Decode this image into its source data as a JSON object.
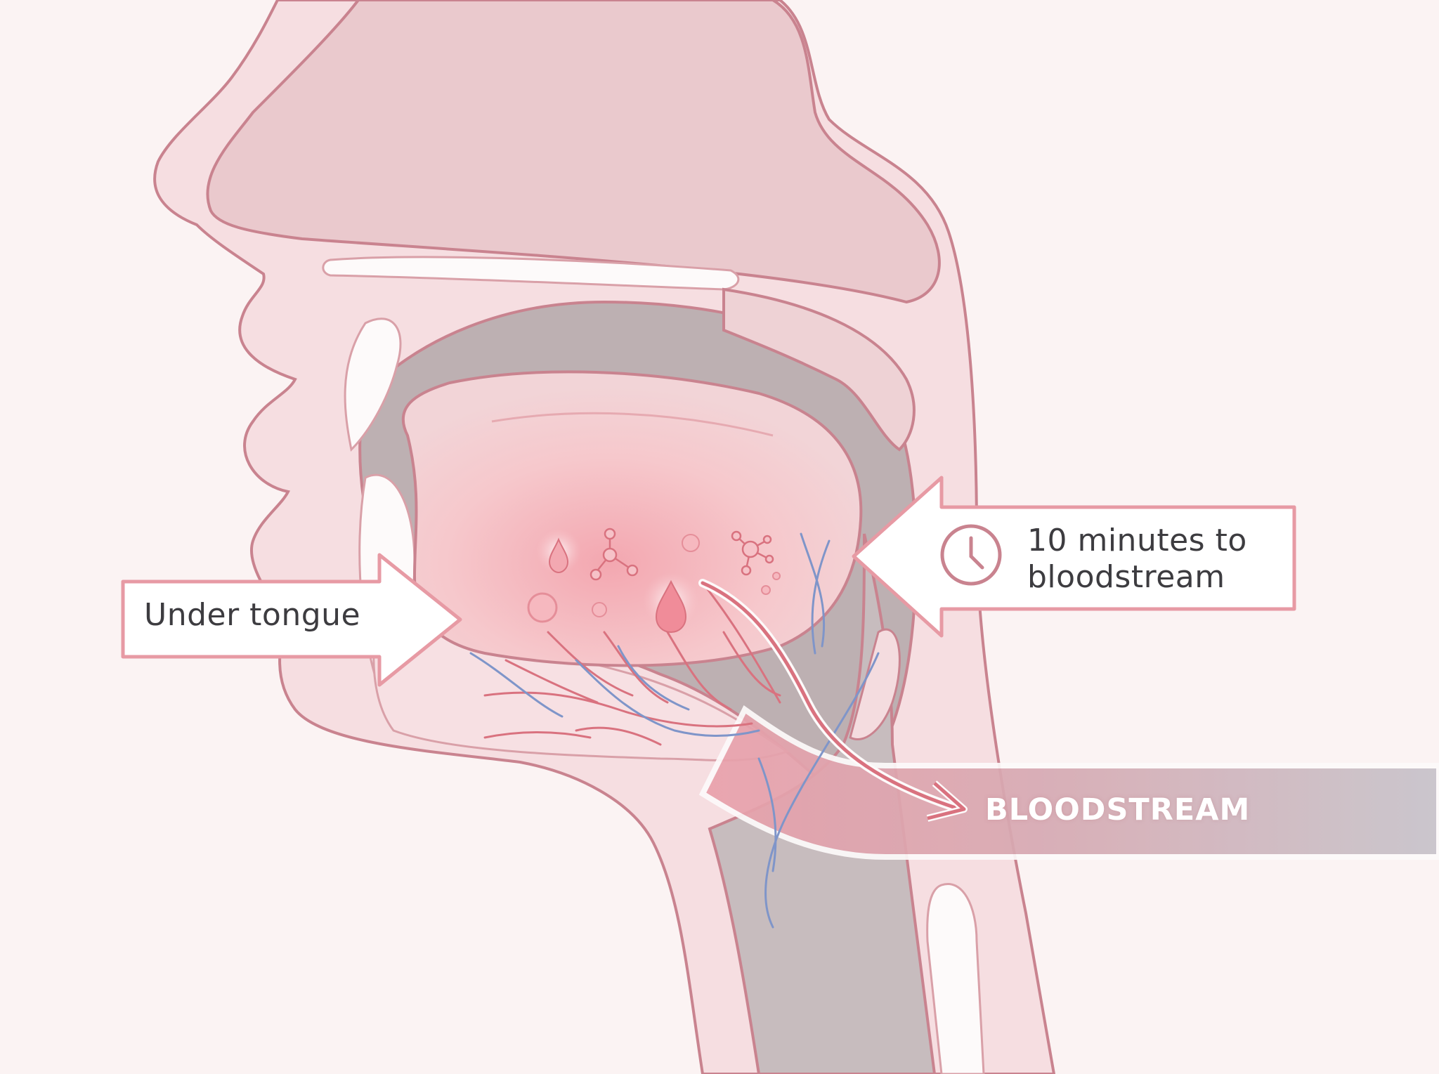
{
  "callouts": {
    "under_tongue": "Under tongue",
    "time_line1": "10 minutes to",
    "time_line2": "bloodstream",
    "bloodstream_label": "BLOODSTREAM"
  },
  "icons": {
    "timer": "clock-icon",
    "drops": "droplet-icon",
    "molecules": "molecule-icon"
  },
  "colors": {
    "background": "#fbf4f4",
    "skin": "#f4dcdf",
    "outline": "#c9838f",
    "cavity": "#b9acae",
    "tongue": "#f4c1c6",
    "artery": "#d9727f",
    "vein": "#7f95c9",
    "vessel_band": "#c4bdc4",
    "callout_border": "#e79aa4"
  }
}
